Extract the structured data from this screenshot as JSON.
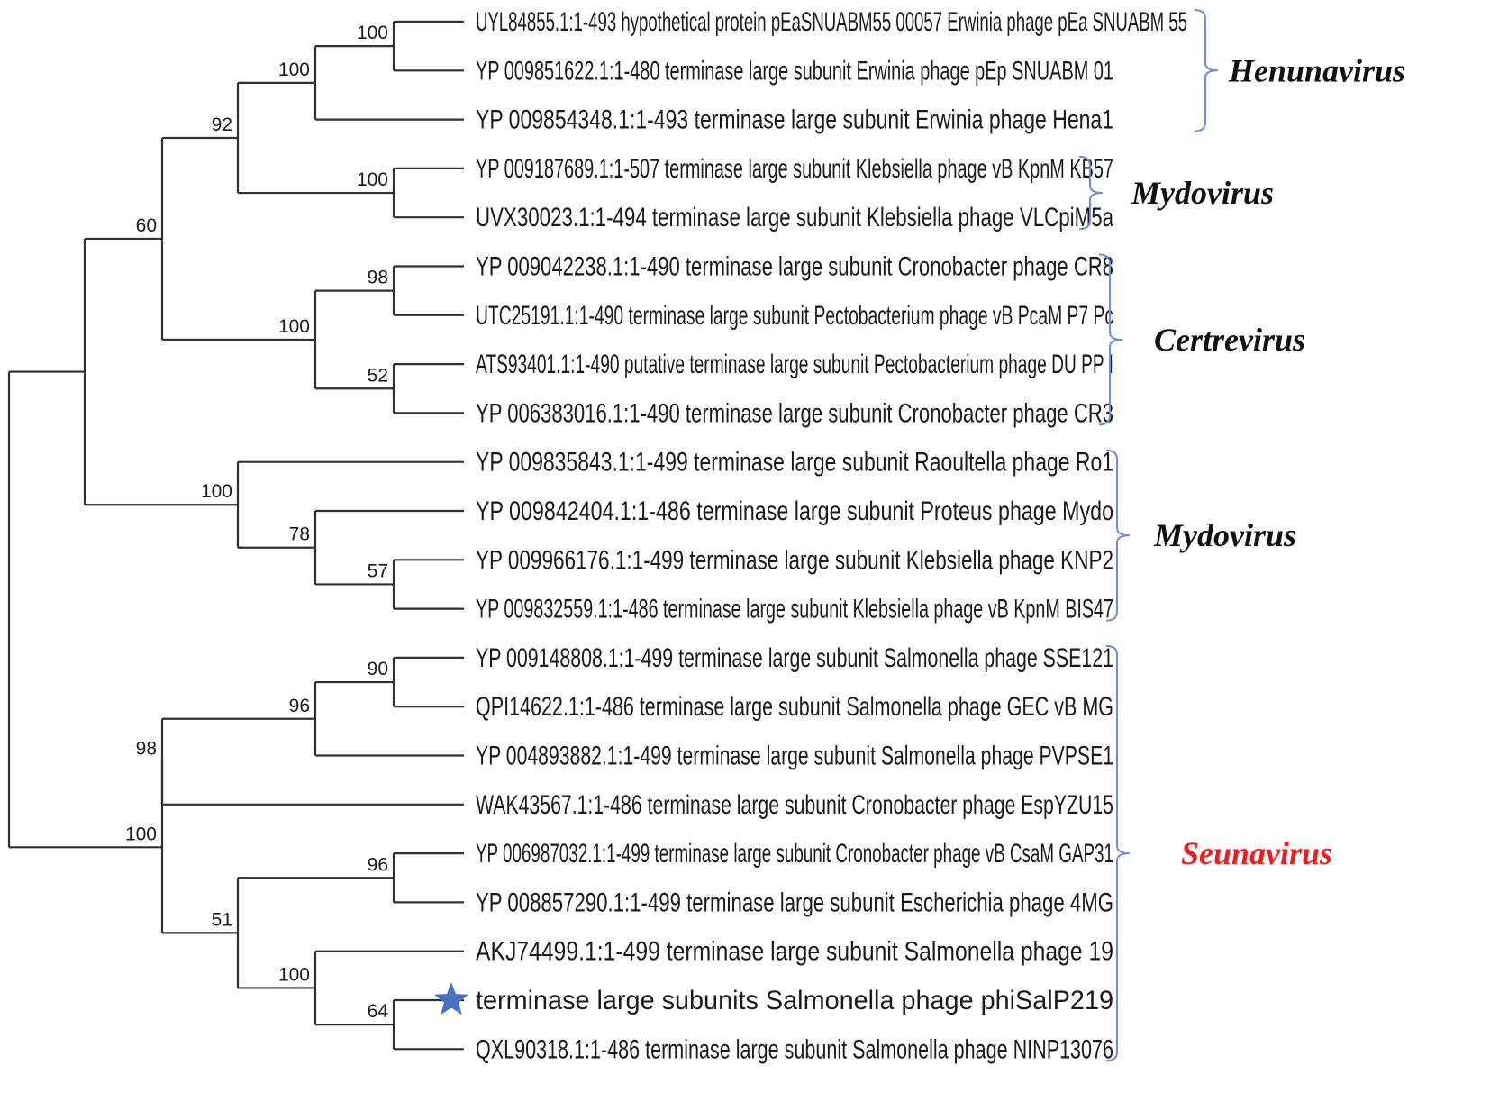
{
  "leaves": [
    {
      "id": "L1",
      "label": "UYL84855.1:1-493 hypothetical protein pEaSNUABM55 00057 Erwinia phage pEa SNUABM 55"
    },
    {
      "id": "L2",
      "label": "YP 009851622.1:1-480 terminase large subunit Erwinia phage pEp SNUABM 01"
    },
    {
      "id": "L3",
      "label": "YP 009854348.1:1-493 terminase large subunit Erwinia phage Hena1"
    },
    {
      "id": "L4",
      "label": "YP 009187689.1:1-507 terminase large subunit Klebsiella phage vB KpnM KB57"
    },
    {
      "id": "L5",
      "label": "UVX30023.1:1-494 terminase large subunit Klebsiella phage VLCpiM5a"
    },
    {
      "id": "L6",
      "label": "YP 009042238.1:1-490 terminase large subunit Cronobacter phage CR8"
    },
    {
      "id": "L7",
      "label": "UTC25191.1:1-490 terminase large subunit Pectobacterium phage vB PcaM P7 Pc"
    },
    {
      "id": "L8",
      "label": "ATS93401.1:1-490 putative terminase large subunit Pectobacterium phage DU PP I"
    },
    {
      "id": "L9",
      "label": "YP 006383016.1:1-490 terminase large subunit Cronobacter phage CR3"
    },
    {
      "id": "L10",
      "label": "YP 009835843.1:1-499 terminase large subunit Raoultella phage Ro1"
    },
    {
      "id": "L11",
      "label": "YP 009842404.1:1-486 terminase large subunit Proteus phage Mydo"
    },
    {
      "id": "L12",
      "label": "YP 009966176.1:1-499 terminase large subunit Klebsiella phage KNP2"
    },
    {
      "id": "L13",
      "label": "YP 009832559.1:1-486 terminase large subunit Klebsiella phage vB KpnM BIS47"
    },
    {
      "id": "L14",
      "label": "YP 009148808.1:1-499 terminase large subunit Salmonella phage SSE121"
    },
    {
      "id": "L15",
      "label": "QPI14622.1:1-486 terminase large subunit Salmonella phage GEC vB MG"
    },
    {
      "id": "L16",
      "label": "YP 004893882.1:1-499 terminase large subunit Salmonella phage PVPSE1"
    },
    {
      "id": "L17",
      "label": "WAK43567.1:1-486 terminase large subunit Cronobacter phage EspYZU15"
    },
    {
      "id": "L18",
      "label": "YP 006987032.1:1-499 terminase large subunit Cronobacter phage vB CsaM GAP31"
    },
    {
      "id": "L19",
      "label": "YP 008857290.1:1-499 terminase large subunit Escherichia phage 4MG"
    },
    {
      "id": "L20",
      "label": "AKJ74499.1:1-499 terminase large subunit Salmonella phage 19"
    },
    {
      "id": "L21",
      "label": "terminase large subunits Salmonella phage phiSalP219",
      "marker": "star-icon"
    },
    {
      "id": "L22",
      "label": "QXL90318.1:1-486 terminase large subunit Salmonella phage NINP13076"
    }
  ],
  "nodes": [
    {
      "id": "N1",
      "children": [
        "L1",
        "L2"
      ],
      "support": "100"
    },
    {
      "id": "N2",
      "children": [
        "N1",
        "L3"
      ],
      "support": "100"
    },
    {
      "id": "N3",
      "children": [
        "L4",
        "L5"
      ],
      "support": "100"
    },
    {
      "id": "N4",
      "children": [
        "N2",
        "N3"
      ],
      "support": "92"
    },
    {
      "id": "N5",
      "children": [
        "L6",
        "L7"
      ],
      "support": "98"
    },
    {
      "id": "N6",
      "children": [
        "L8",
        "L9"
      ],
      "support": "52"
    },
    {
      "id": "N7",
      "children": [
        "N5",
        "N6"
      ],
      "support": "100"
    },
    {
      "id": "N8",
      "children": [
        "N4",
        "N7"
      ],
      "support": "60"
    },
    {
      "id": "N9",
      "children": [
        "L12",
        "L13"
      ],
      "support": "57"
    },
    {
      "id": "N10",
      "children": [
        "L11",
        "N9"
      ],
      "support": "78"
    },
    {
      "id": "N11",
      "children": [
        "L10",
        "N10"
      ],
      "support": "100"
    },
    {
      "id": "N12",
      "children": [
        "N8",
        "N11"
      ],
      "support": ""
    },
    {
      "id": "N13",
      "children": [
        "L14",
        "L15"
      ],
      "support": "90"
    },
    {
      "id": "N14",
      "children": [
        "N13",
        "L16"
      ],
      "support": "96"
    },
    {
      "id": "N15",
      "children": [
        "N14",
        "L17"
      ],
      "support": "98"
    },
    {
      "id": "N16",
      "children": [
        "L18",
        "L19"
      ],
      "support": "96"
    },
    {
      "id": "N17",
      "children": [
        "L21",
        "L22"
      ],
      "support": "64"
    },
    {
      "id": "N18",
      "children": [
        "L20",
        "N17"
      ],
      "support": "100"
    },
    {
      "id": "N19",
      "children": [
        "N16",
        "N18"
      ],
      "support": "51"
    },
    {
      "id": "N20",
      "children": [
        "N15",
        "N19"
      ],
      "support": "100"
    },
    {
      "id": "N21",
      "children": [
        "N12",
        "N20"
      ],
      "support": ""
    }
  ],
  "clades": [
    {
      "name": "Henunavirus",
      "first": "L1",
      "last": "L3",
      "highlight": false
    },
    {
      "name": "Mydovirus",
      "first": "L4",
      "last": "L5",
      "highlight": false
    },
    {
      "name": "Certrevirus",
      "first": "L6",
      "last": "L9",
      "highlight": false
    },
    {
      "name": "Mydovirus",
      "first": "L10",
      "last": "L13",
      "highlight": false
    },
    {
      "name": "Seunavirus",
      "first": "L14",
      "last": "L22",
      "highlight": true
    }
  ],
  "colors": {
    "branch": "#303030",
    "bracket": "#6b8fd6",
    "highlight_genus": "#ee1c1c",
    "star": "#4a72c4"
  }
}
